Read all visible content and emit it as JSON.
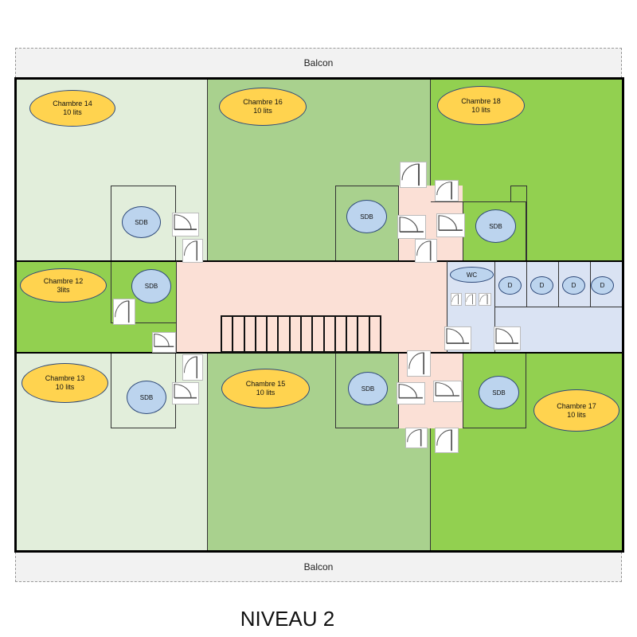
{
  "balcony_top": "Balcon",
  "balcony_bottom": "Balcon",
  "title": "NIVEAU 2",
  "rooms": {
    "ch14": {
      "name": "Chambre 14",
      "beds": "10 lits"
    },
    "ch16": {
      "name": "Chambre 16",
      "beds": "10 lits"
    },
    "ch18": {
      "name": "Chambre 18",
      "beds": "10 lits"
    },
    "ch12": {
      "name": "Chambre 12",
      "beds": "3lits"
    },
    "ch13": {
      "name": "Chambre 13",
      "beds": "10 lits"
    },
    "ch15": {
      "name": "Chambre 15",
      "beds": "10 lits"
    },
    "ch17": {
      "name": "Chambre 17",
      "beds": "10 lits"
    }
  },
  "labels": {
    "sdb": "SDB",
    "wc": "WC",
    "shower": "D"
  },
  "colors": {
    "light_green": "#e2eedb",
    "mid_green": "#a9d18e",
    "bright_green": "#92d050",
    "corridor": "#fbe0d6",
    "sanitary": "#dae3f3",
    "room_oval": "#ffd34f",
    "bath_oval": "#bcd4ee"
  }
}
